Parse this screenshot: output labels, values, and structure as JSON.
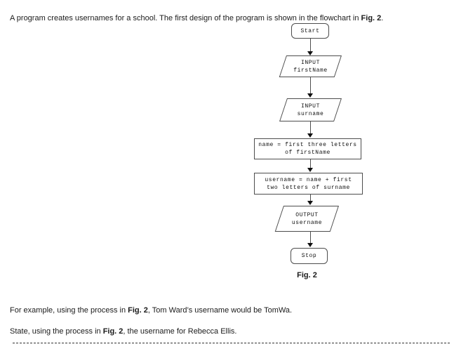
{
  "intro": {
    "pre": "A program creates usernames for a school. The first design of the program is shown in the flowchart in ",
    "fig": "Fig. 2",
    "post": "."
  },
  "flowchart": {
    "start": "Start",
    "input_firstname": {
      "line1": "INPUT",
      "line2": "firstName"
    },
    "input_surname": {
      "line1": "INPUT",
      "line2": "surname"
    },
    "process_name": {
      "line1": "name = first three letters",
      "line2": "of firstName"
    },
    "process_username": {
      "line1": "username = name + first",
      "line2": "two letters of surname"
    },
    "output_username": {
      "line1": "OUTPUT",
      "line2": "username"
    },
    "stop": "Stop",
    "caption": "Fig. 2"
  },
  "example": {
    "pre": "For example, using the process in ",
    "fig": "Fig. 2",
    "post": ", Tom Ward’s username would be TomWa."
  },
  "question": {
    "pre": "State, using the process in ",
    "fig": "Fig. 2",
    "post": ", the username for Rebecca Ellis."
  },
  "colors": {
    "background": "#ffffff",
    "border": "#4d4d4d",
    "text": "#1a1a1a"
  }
}
